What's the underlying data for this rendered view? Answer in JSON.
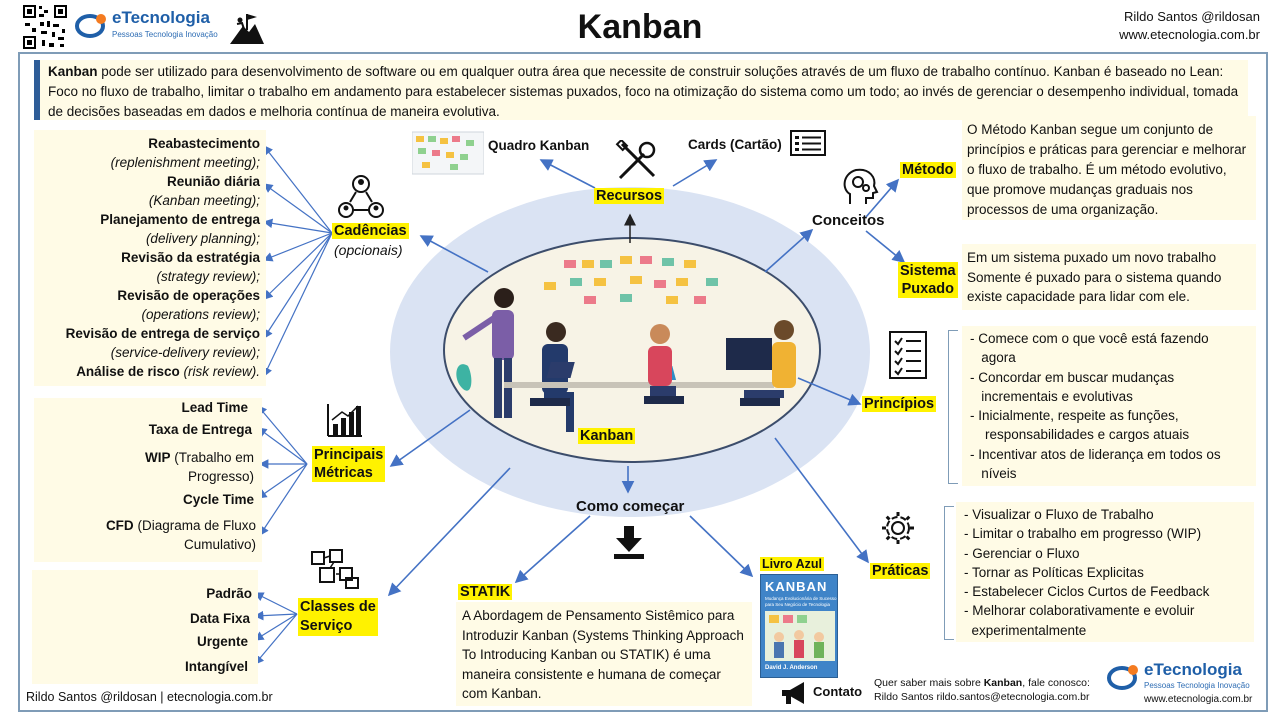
{
  "header": {
    "logo_name": "eTecnologia",
    "logo_tagline": "Pessoas Tecnologia Inovação",
    "title": "Kanban",
    "author_line1": "Rildo Santos @rildosan",
    "author_line2": "www.etecnologia.com.br"
  },
  "intro": {
    "lead": "Kanban",
    "text": " pode ser utilizado para desenvolvimento de software ou em qualquer outra área que necessite de construir soluções através de um fluxo de trabalho contínuo. Kanban é baseado no Lean: Foco no fluxo de trabalho, limitar o trabalho em andamento para estabelecer sistemas puxados, foco na otimização do sistema como um todo;  ao invés de gerenciar o desempenho individual, tomada de decisões baseadas em dados e melhoria contínua de maneira evolutiva."
  },
  "center": {
    "label": "Kanban"
  },
  "recursos": {
    "label": "Recursos",
    "quadro": "Quadro Kanban",
    "cards": "Cards (Cartão)"
  },
  "conceitos": {
    "label": "Conceitos",
    "metodo_label": "Método",
    "metodo_text": "O Método  Kanban segue um conjunto de princípios e práticas para gerenciar e melhorar o fluxo de trabalho. É um método evolutivo, que promove mudanças graduais nos processos de uma organização.",
    "sistema_label1": "Sistema",
    "sistema_label2": "Puxado",
    "sistema_text": "Em um sistema puxado um novo trabalho Somente  é puxado para o sistema quando existe capacidade para lidar com ele."
  },
  "cadencias": {
    "label": "Cadências",
    "sublabel": "(opcionais)",
    "items": [
      {
        "name": "Reabastecimento",
        "detail": "(replenishment meeting);"
      },
      {
        "name": "Reunião diária",
        "detail": "(Kanban meeting);"
      },
      {
        "name": "Planejamento de entrega",
        "detail": "(delivery planning);"
      },
      {
        "name": "Revisão da estratégia",
        "detail": "(strategy review);"
      },
      {
        "name": "Revisão de operações",
        "detail": "(operations review);"
      },
      {
        "name": "Revisão de entrega de serviço",
        "detail": "(service-delivery review);"
      },
      {
        "name": "Análise de risco",
        "detail": "(risk review)."
      }
    ]
  },
  "metricas": {
    "label1": "Principais",
    "label2": "Métricas",
    "items": [
      {
        "name": "Lead Time",
        "detail": ""
      },
      {
        "name": "Taxa de Entrega",
        "detail": ""
      },
      {
        "name": "WIP",
        "detail": "(Trabalho em",
        "detail2": "Progresso)"
      },
      {
        "name": "Cycle Time",
        "detail": ""
      },
      {
        "name": "CFD",
        "detail": "(Diagrama de Fluxo",
        "detail2": "Cumulativo)"
      }
    ]
  },
  "classes": {
    "label1": "Classes de",
    "label2": "Serviço",
    "items": [
      "Padrão",
      "Data Fixa",
      "Urgente",
      "Intangível"
    ]
  },
  "principios": {
    "label": "Princípios",
    "items": [
      "- Comece com o que você está fazendo",
      "   agora",
      "- Concordar em buscar mudanças",
      "   incrementais e evolutivas",
      "- Inicialmente, respeite as funções,",
      "    responsabilidades e cargos atuais",
      "- Incentivar atos de liderança em todos os",
      "   níveis"
    ]
  },
  "praticas": {
    "label": "Práticas",
    "items": [
      "- Visualizar o Fluxo de Trabalho",
      "- Limitar o trabalho em progresso (WIP)",
      "- Gerenciar o Fluxo",
      "- Tornar as Políticas Explicitas",
      "- Estabelecer Ciclos Curtos de Feedback",
      "- Melhorar colaborativamente e evoluir",
      "  experimentalmente"
    ]
  },
  "como": {
    "label": "Como começar"
  },
  "statik": {
    "label": "STATIK",
    "text": "A Abordagem de Pensamento Sistêmico para Introduzir Kanban (Systems Thinking Approach To Introducing Kanban ou STATIK) é uma maneira consistente e humana de começar com Kanban."
  },
  "livro": {
    "label": "Livro Azul",
    "cover_title": "KANBAN",
    "cover_sub1": "Mudança Evolucionária de Sucesso",
    "cover_sub2": "para Seu Negócio de Tecnologia",
    "cover_author": "David J. Anderson"
  },
  "contato": {
    "label": "Contato",
    "line1_pre": "Quer saber mais sobre ",
    "line1_bold": "Kanban",
    "line1_post": ", fale conosco:",
    "line2": "Rildo Santos rildo.santos@etecnologia.com.br",
    "logo_name": "eTecnologia",
    "logo_tagline": "Pessoas Tecnologia Inovação",
    "site": "www.etecnologia.com.br"
  },
  "footer": {
    "text": "Rildo Santos @rildosan | etecnologia.com.br"
  },
  "colors": {
    "accent": "#4472c4",
    "highlight": "#fff200",
    "panel": "#fffbe6",
    "ellipse": "#dae3f3"
  },
  "icons": [
    "qr-code-icon",
    "mountain-flag-icon",
    "tools-icon",
    "cards-list-icon",
    "head-gears-icon",
    "people-network-icon",
    "bar-chart-icon",
    "shapes-icon",
    "checklist-icon",
    "gear-cycle-icon",
    "download-icon",
    "megaphone-icon"
  ]
}
